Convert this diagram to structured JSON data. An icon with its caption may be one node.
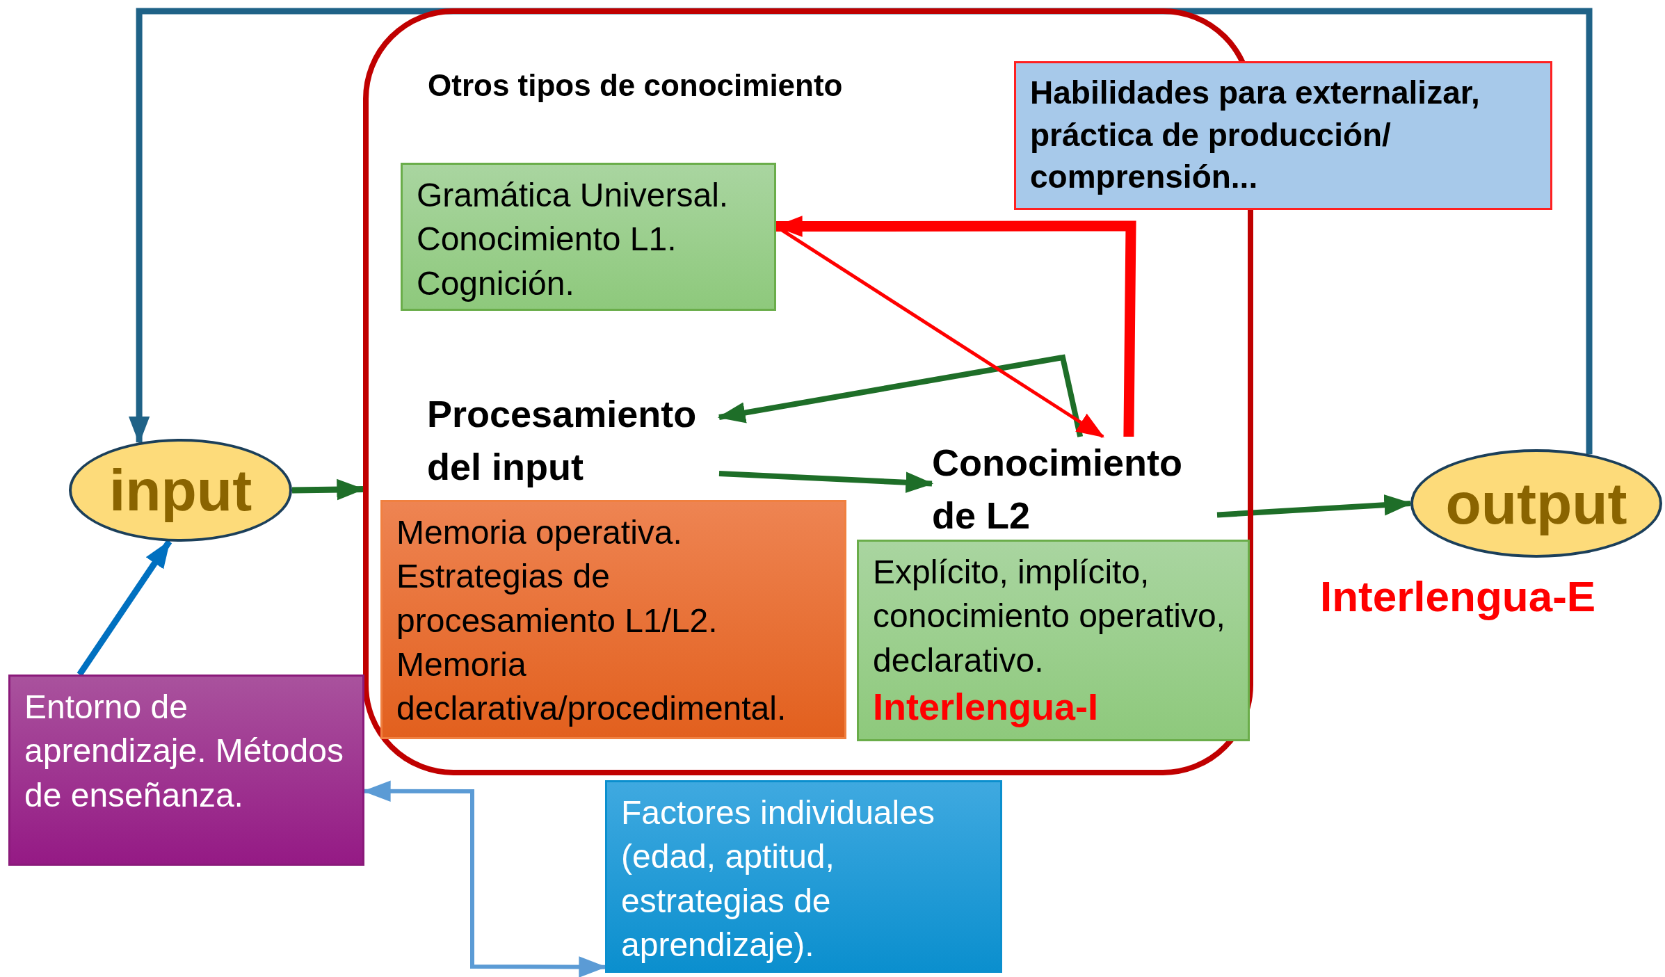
{
  "diagram": {
    "nodes": [
      {
        "text": [
          "Otros tipos de conocimiento"
        ]
      },
      {
        "text": [
          "Gramática Universal. Conocimiento L1. Cognición."
        ],
        "in": 0
      },
      {
        "text": [
          "Procesamiento del input"
        ],
        "in": 0
      },
      {
        "text": [
          "Memoria operativa. Estrategias de procesamiento L1/L2. Memoria declarativa/procedimental."
        ],
        "in": 0
      },
      {
        "text": [
          "Conocimiento de L2"
        ],
        "in": 0
      },
      {
        "text": [
          "Explícito, implícito, conocimiento operativo, declarativo.",
          "Interlengua-I"
        ],
        "in": 0
      },
      {
        "text": [
          "Habilidades para externalizar, práctica de producción/ comprensión..."
        ]
      },
      {
        "text": [
          "input"
        ]
      },
      {
        "text": [
          "output"
        ],
        "beside": [
          "Interlengua-E"
        ]
      },
      {
        "text": [
          "Entorno de aprendizaje. Métodos de enseñanza."
        ]
      },
      {
        "text": [
          "Factores individuales (edad, aptitud, estrategias de aprendizaje)."
        ]
      }
    ],
    "edges": [
      {
        "from": 8,
        "to": 7,
        "arrow": "to",
        "color": "#1f6287"
      },
      {
        "from": 7,
        "to": 0,
        "arrow": "to"
      },
      {
        "from": 9,
        "to": 7,
        "arrow": "to",
        "color": "#0070c0"
      },
      {
        "from": 2,
        "to": 4,
        "arrow": "to"
      },
      {
        "from": 4,
        "to": 2,
        "arrow": "to"
      },
      {
        "from": 4,
        "to": 8,
        "arrow": "to"
      },
      {
        "from": 4,
        "to": 1,
        "arrow": "to",
        "style": "thick",
        "color": "#ff0000"
      },
      {
        "from": 1,
        "to": 4,
        "arrow": "to",
        "color": "#ff0000"
      },
      {
        "from": 10,
        "to": 9,
        "arrow": "both",
        "color": "#5b9bd5"
      }
    ]
  }
}
